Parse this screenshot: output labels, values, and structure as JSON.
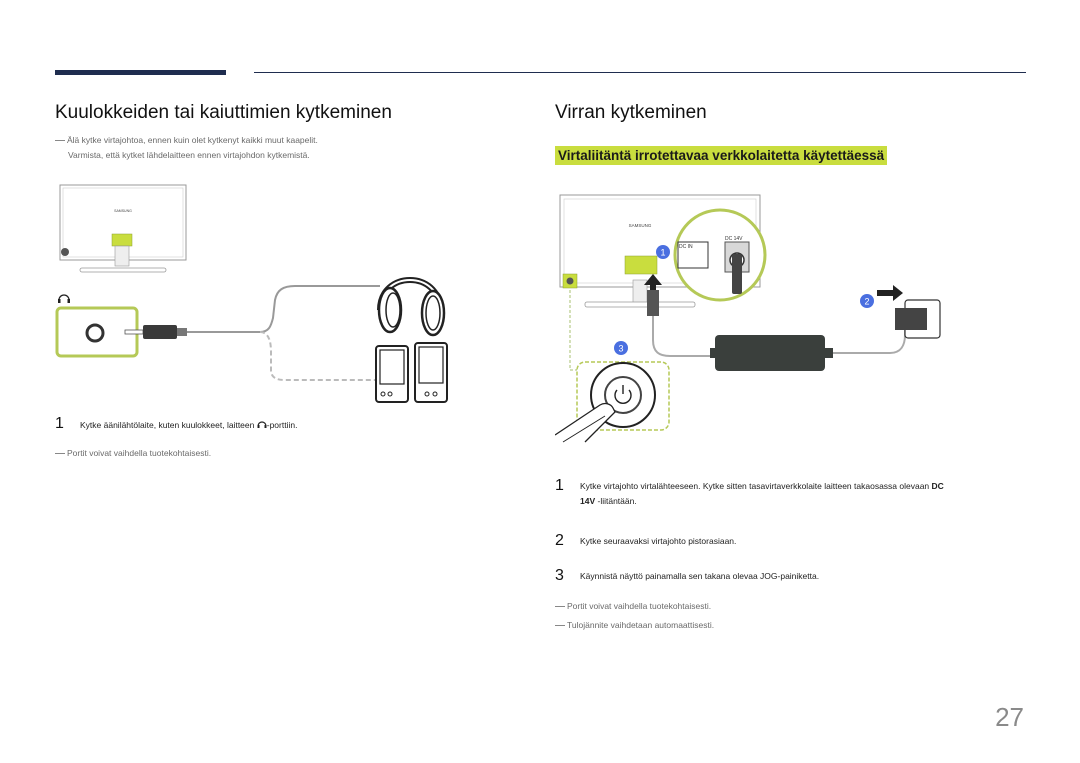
{
  "left": {
    "title": "Kuulokkeiden tai kaiuttimien kytkeminen",
    "note1": "Älä kytke virtajohtoa, ennen kuin olet kytkenyt kaikki muut kaapelit.",
    "note2": "Varmista, että kytket lähdelaitteen ennen virtajohdon kytkemistä.",
    "step1_num": "1",
    "step1_text_a": "Kytke äänilähtölaite, kuten kuulokkeet, laitteen ",
    "step1_text_b": "-porttiin.",
    "note3": "Portit voivat vaihdella tuotekohtaisesti."
  },
  "right": {
    "title": "Virran kytkeminen",
    "subtitle": "Virtaliitäntä irrotettavaa verkkolaitetta käytettäessä",
    "step1_num": "1",
    "step1_text": "Kytke virtajohto virtalähteeseen. Kytke sitten tasavirtaverkkolaite laitteen takaosassa olevaan ",
    "step1_bold": "DC",
    "step1_bold2": "14V",
    "step1_text2": " -liitäntään.",
    "step2_num": "2",
    "step2_text": "Kytke seuraavaksi virtajohto pistorasiaan.",
    "step3_num": "3",
    "step3_text": "Käynnistä näyttö painamalla sen takana olevaa JOG-painiketta.",
    "note1": "Portit voivat vaihdella tuotekohtaisesti.",
    "note2": "Tulojännite vaihdetaan automaattisesti."
  },
  "figure": {
    "brand_label": "SAMSUNG",
    "dc_in_label": "DC IN",
    "dc_14v_label": "DC 14V",
    "callout_1": "1",
    "callout_2": "2",
    "callout_3": "3",
    "accent_green": "#c9dd3e",
    "callout_blue": "#4a6fe0"
  },
  "page": {
    "number": "27"
  }
}
